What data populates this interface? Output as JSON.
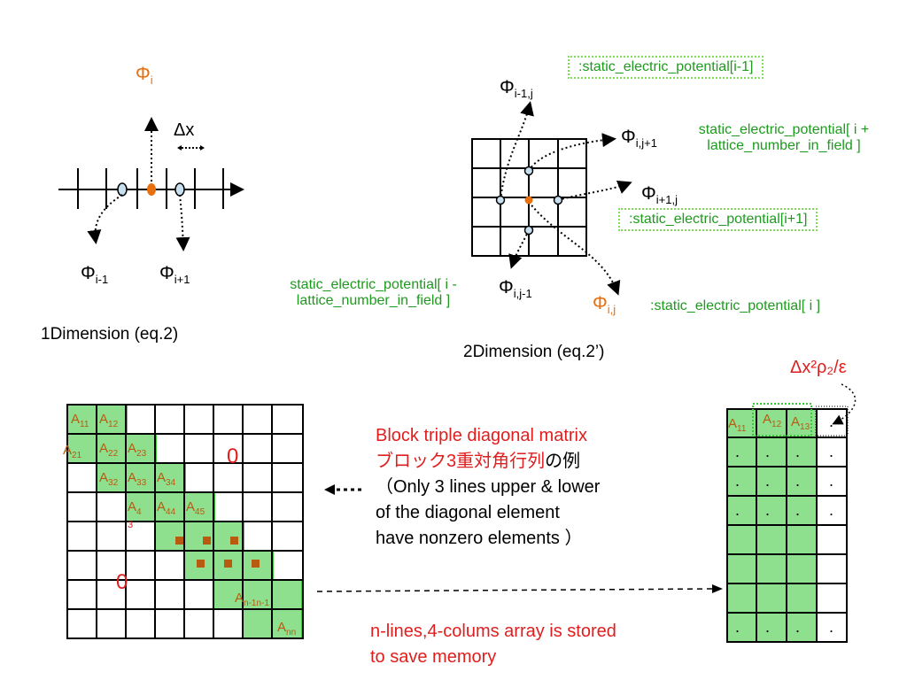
{
  "colors": {
    "orange": "#e8700f",
    "green": "#1f9a1f",
    "red": "#e01e1e",
    "cell_fill": "#8ee08e",
    "cell_border": "#39c939",
    "marker": "#b85a10"
  },
  "one_d": {
    "phi_center": "Φ",
    "phi_center_sub": "i",
    "dx": "Δx",
    "phi_left": "Φ",
    "phi_left_sub": "i-1",
    "phi_right": "Φ",
    "phi_right_sub": "i+1",
    "caption": "1Dimension (eq.2)"
  },
  "two_d": {
    "phi_top": "Φ",
    "phi_top_sub": "i-1,j",
    "phi_right": "Φ",
    "phi_right_sub": "i,j+1",
    "phi_bottom_right": "Φ",
    "phi_bottom_right_sub": "i+1,j",
    "phi_bottom": "Φ",
    "phi_bottom_sub": "i,j-1",
    "phi_center": "Φ",
    "phi_center_sub": "i,j",
    "label_top": ":static_electric_potential[i-1]",
    "label_right_1": "static_electric_potential[ i +",
    "label_right_2": "lattice_number_in_field ]",
    "label_next": ":static_electric_potential[i+1]",
    "label_left_1": "static_electric_potential[ i -",
    "label_left_2": "lattice_number_in_field ]",
    "label_center": ":static_electric_potential[ i ]",
    "caption": "2Dimension (eq.2’)"
  },
  "matrix": {
    "zero_upper": "0",
    "zero_lower": "0",
    "title_1": "Block triple diagonal matrix",
    "title_2a": "ブロック3重対角行列",
    "title_2b": "の例",
    "desc_1": "（Only 3 lines upper & lower",
    "desc_2": "of the diagonal element",
    "desc_3": "have nonzero elements ）",
    "storage_1": "n-lines,4-colums array is stored",
    "storage_2": "to save memory",
    "rho_label": "Δx²ρ₂/ε",
    "cells": [
      {
        "base": "A",
        "sub": "11"
      },
      {
        "base": "A",
        "sub": "12"
      },
      {
        "base": "A",
        "sub": "21"
      },
      {
        "base": "A",
        "sub": "22"
      },
      {
        "base": "A",
        "sub": "23"
      },
      {
        "base": "A",
        "sub": "32"
      },
      {
        "base": "A",
        "sub": "33"
      },
      {
        "base": "A",
        "sub": "34"
      },
      {
        "base": "A",
        "sub": "4"
      },
      {
        "base": "3",
        "sub": ""
      },
      {
        "base": "A",
        "sub": "44"
      },
      {
        "base": "A",
        "sub": "45"
      },
      {
        "base": "A",
        "sub": "n-1n-1"
      },
      {
        "base": "A",
        "sub": "nn"
      }
    ],
    "array_cells": [
      {
        "base": "A",
        "sub": "11"
      },
      {
        "base": "A",
        "sub": "12"
      },
      {
        "base": "A",
        "sub": "13"
      }
    ],
    "array_dot": "."
  }
}
